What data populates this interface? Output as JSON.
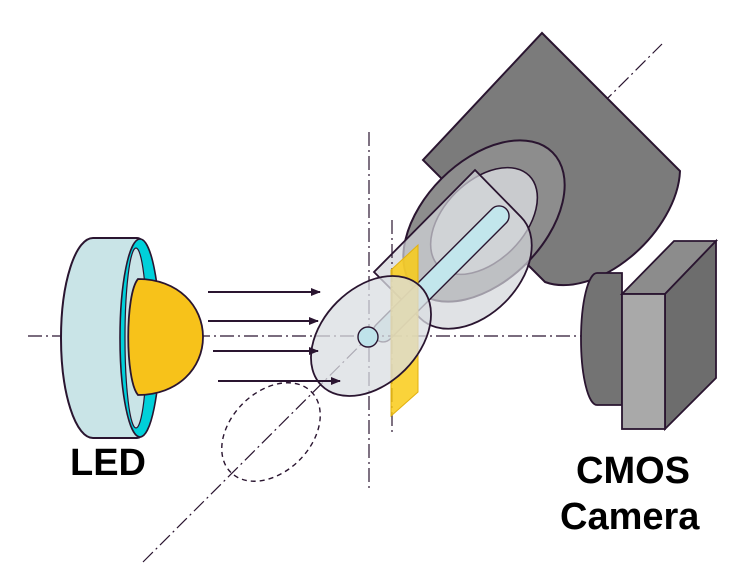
{
  "labels": {
    "led": "LED",
    "camera_line1": "CMOS",
    "camera_line2": "Camera"
  },
  "colors": {
    "outline": "#2a1530",
    "led_body": "#c9e4e7",
    "led_cyan": "#00d0da",
    "led_dome": "#f7c21a",
    "filter": "#f9cb17",
    "camera_dark": "#6f6f6f",
    "camera_mid": "#8c8c8c",
    "camera_light": "#a8a8a8",
    "lens_dark": "#7a7a7a",
    "lens_light": "#8e8e8e",
    "tube_fill": "#cfd3d8",
    "rod_fill": "#bfe3ea",
    "axis_line": "#2a1530"
  }
}
